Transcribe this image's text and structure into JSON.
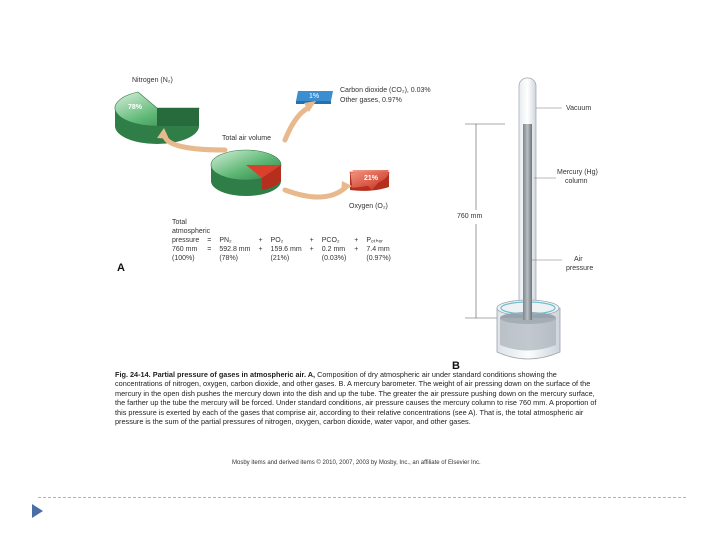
{
  "figure": {
    "panel_a": "A",
    "panel_b": "B",
    "nitrogen_label": "Nitrogen (N₂)",
    "nitrogen_pct": "78%",
    "total_air_label": "Total air volume",
    "co2_pct": "1%",
    "co2_label": "Carbon dioxide (CO₂), 0.03%",
    "other_label": "Other gases, 0.97%",
    "oxygen_pct": "21%",
    "oxygen_label": "Oxygen (O₂)",
    "vacuum_label": "Vacuum",
    "mercury_label_1": "Mercury (Hg)",
    "mercury_label_2": "column",
    "height_label": "760 mm",
    "air_label_1": "Air",
    "air_label_2": "pressure"
  },
  "equation": {
    "label_1": "Total",
    "label_2": "atmospheric",
    "label_3": "pressure",
    "row1": [
      "=",
      "PN₂",
      "+",
      "PO₂",
      "+",
      "PCO₂",
      "+",
      "Pₒₜₕₑᵣ"
    ],
    "row2": [
      "760 mm",
      "=",
      "592.8 mm",
      "+",
      "159.6 mm",
      "+",
      "0.2 mm",
      "+",
      "7.4 mm"
    ],
    "row3": [
      "(100%)",
      "(78%)",
      "(21%)",
      "(0.03%)",
      "(0.97%)"
    ]
  },
  "caption": {
    "fig_label": "Fig. 24-14. Partial pressure of gases in atmospheric air. A,",
    "text": " Composition of dry atmospheric air under standard conditions showing the concentrations of nitrogen, oxygen, carbon dioxide, and other gases. B. A mercury barometer. The weight of air pressing down on the surface of the mercury in the open dish pushes the mercury down into the dish and up the tube. The greater the air pressure pushing down on the mercury surface, the farther up the tube the mercury will be forced. Under standard conditions, air pressure causes the mercury column to rise 760 mm. A proportion of this pressure is exerted by each of the gases that comprise air, according to their relative concentrations (see A). That is, the total atmospheric air pressure is the sum of the partial pressures of nitrogen, oxygen, carbon dioxide, water vapor, and other gases."
  },
  "copyright": "Mosby items and derived items © 2010, 2007, 2003 by Mosby, Inc., an affiliate of Elsevier Inc.",
  "colors": {
    "nitrogen": "#3e9a5a",
    "oxygen": "#d9412c",
    "co2": "#3b8fd0",
    "arrow": "#e7b98c",
    "nav": "#4a6fa5"
  }
}
